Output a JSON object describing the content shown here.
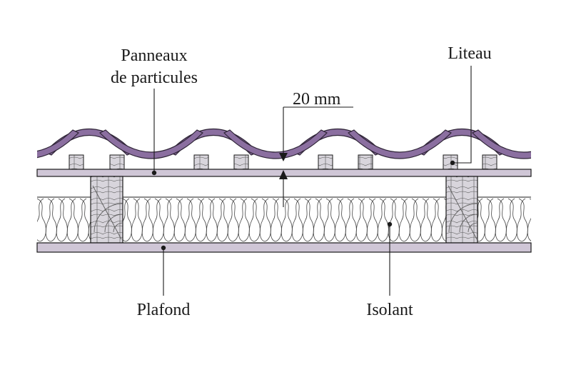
{
  "labels": {
    "panels_line1": "Panneaux",
    "panels_line2": "de particules",
    "batten": "Liteau",
    "gap": "20 mm",
    "ceiling": "Plafond",
    "insulation": "Isolant"
  },
  "colors": {
    "tile": "#8b6fa0",
    "tile_outline": "#2e2436",
    "board": "#cfc6d6",
    "wood": "#d8d5dc",
    "line": "#1a1a1a"
  }
}
